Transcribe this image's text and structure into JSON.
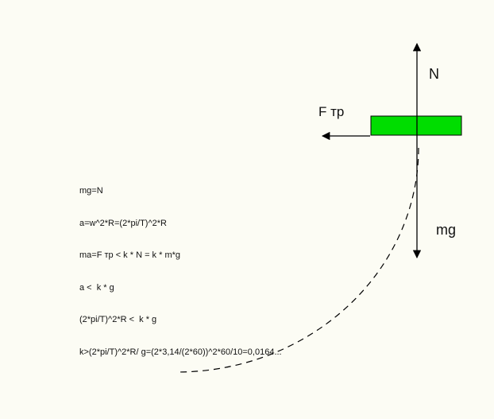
{
  "diagram": {
    "labels": {
      "normal_force": "N",
      "friction_force": "F тр",
      "weight": "mg"
    },
    "equations": [
      "mg=N",
      "a=w^2*R=(2*pi/T)^2*R",
      "ma=F тр < k * N = k * m*g",
      "a <  k * g",
      "(2*pi/T)^2*R <  k * g",
      "k>(2*pi/T)^2*R/ g=(2*3,14/(2*60))^2*60/10=0,0164..."
    ],
    "colors": {
      "block_fill": "#00dd00",
      "stroke": "#000000",
      "background": "#fcfcf4"
    }
  }
}
